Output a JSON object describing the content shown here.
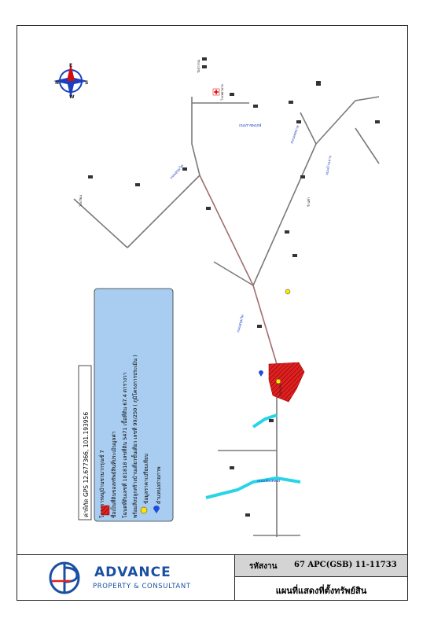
{
  "map": {
    "coordinates_label": "ค่าพิกัด GPS 12.677366, 101.193956",
    "legend": {
      "item1_title": "โครงการหมู่บ้านชวนากรุณชั่ 7",
      "item1_desc": "ชื่อเป็นที่ดินของทรัพย์สินที่ประเมินมูลค่า",
      "item1_detail1": "โฉนดที่ดินเลขที่ 181818 เลขที่ดิน 5471 เนื้อที่ดิน 67.4 ตารางวา",
      "item1_detail2": "พร้อมสิ่งปลูกสร้างบ้านเดี่ยวชั้นเดียว เลขที่ 99/250 ( ภูมิโครงการประเมิน )",
      "item2": "ข้อมูลราคาเปรียบเทียบ",
      "item3": "ตำแหน่งถ่ายภาพ",
      "hatch_color": "#e02020",
      "compare_color": "#ffe600",
      "photo_color": "#1a4fd6"
    },
    "compass": {
      "n": "N",
      "e": "E",
      "s": "S",
      "w": "W"
    },
    "road_labels": {
      "r1": "ถนนสุขุมวิท",
      "r2": "ถนนราชพฤกษ์",
      "r3": "ถนนเทศบาล",
      "r4": "ถนนสุขุมวิท",
      "r5": "ถนนบ้านฉาง",
      "r6": "ถนนเลียบคลอง"
    },
    "places": {
      "p1": "วัดสุวรรณ",
      "p2": "โรงพยาบาล",
      "p3": "ตลาดสด",
      "p4": "ร้านค้า",
      "p5": "โรงเรียน"
    },
    "water_color": "#29d4e6",
    "road_color": "#7a7a7a",
    "highway_color": "#d06060"
  },
  "footer": {
    "brand_name": "ADVANCE",
    "brand_tagline": "PROPERTY & CONSULTANT",
    "code_label": "รหัสงาน",
    "code_value": "67 APC(GSB) 11-11733",
    "title": "แผนที่แสดงที่ตั้งทรัพย์สิน"
  }
}
